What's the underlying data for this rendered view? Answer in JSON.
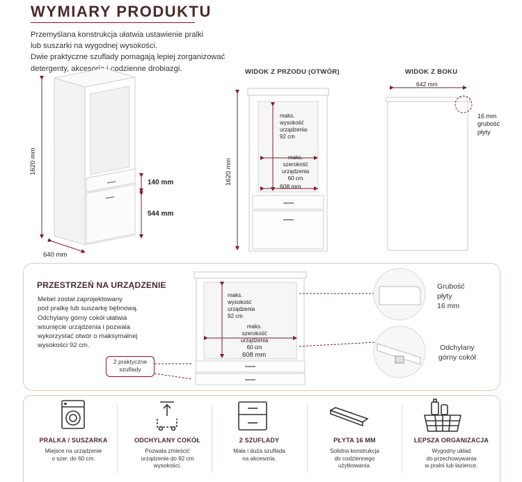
{
  "header": {
    "title": "WYMIARY PRODUKTU",
    "intro_lines": [
      "Przemyślana konstrukcja ułatwia ustawienie pralki",
      "lub suszarki na wygodnej wysokości.",
      "Dwie praktyczne szuflady pomagają lepiej zorganizować",
      "detergenty, akcesoria i codzienne drobiazgi."
    ]
  },
  "iso_view": {
    "height": "1620 mm",
    "drawer_height": "140 mm",
    "door_height": "544 mm",
    "depth": "640 mm"
  },
  "front_view": {
    "label": "WIDOK Z PRZODU (OTWÓR)",
    "height": "1620 mm",
    "max_height_lines": [
      "maks.",
      "wysokość",
      "urządzenia",
      "92 cm"
    ],
    "max_width_lines": [
      "maks.",
      "szerokość",
      "urządzenia",
      "60 cm"
    ],
    "opening_width": "608 mm"
  },
  "side_view": {
    "label": "WIDOK Z BOKU",
    "depth": "642 mm",
    "thickness_lines": [
      "16 mm",
      "grubość",
      "płyty"
    ]
  },
  "space_panel": {
    "title": "PRZESTRZEŃ NA URZĄDZENIE",
    "text_lines": [
      "Mebel został zaprojektowany",
      "pod pralkę lub suszarkę bębnową.",
      "Odchylany górny cokół ułatwia",
      "wsunięcie urządzenia i pozwala",
      "wykorzystać otwór o maksymalnej",
      "wysokości 92 cm."
    ],
    "max_height_lines": [
      "maks.",
      "wysokość",
      "urządzenia",
      "92 cm"
    ],
    "max_width_lines": [
      "maks.",
      "szerokość",
      "urządzenia",
      "60 cm"
    ],
    "opening_width": "608 mm",
    "badge_lines": [
      "2 praktyczne",
      "szuflady"
    ],
    "detail_thickness_lines": [
      "Grubość",
      "płyty",
      "16 mm"
    ],
    "detail_plinth_lines": [
      "Odchylany",
      "górny cokół"
    ]
  },
  "features": [
    {
      "icon": "washing-machine-icon",
      "title": "PRALKA / SUSZARKA",
      "desc_lines": [
        "Miejsce na urządzenie",
        "o szer. do 60 cm."
      ]
    },
    {
      "icon": "tilting-plinth-icon",
      "title": "ODCHYLANY COKÓŁ",
      "desc_lines": [
        "Pozwala zmieścić",
        "urządzenie do 92 cm",
        "wysokości."
      ]
    },
    {
      "icon": "drawers-icon",
      "title": "2 SZUFLADY",
      "desc_lines": [
        "Mała i duża szuflada",
        "na akcesoria."
      ]
    },
    {
      "icon": "board-icon",
      "title": "PŁYTA 16 MM",
      "desc_lines": [
        "Solidna konstrukcja",
        "do codziennego",
        "użytkowania."
      ]
    },
    {
      "icon": "basket-icon",
      "title": "LEPSZA ORGANIZACJA",
      "desc_lines": [
        "Wygodny układ",
        "do przechowywania",
        "w pralni lub łazience."
      ]
    }
  ],
  "colors": {
    "accent": "#7a1e2b",
    "panel_border": "#e3c9b3",
    "cabinet_edge": "#c9c9c9"
  }
}
